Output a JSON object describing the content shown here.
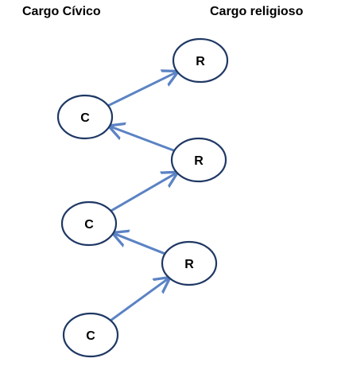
{
  "headers": {
    "left": "Cargo Cívico",
    "right": "Cargo religioso"
  },
  "colors": {
    "node_stroke": "#1f3864",
    "arrow": "#5b83c4"
  },
  "nodes": [
    {
      "id": "r-top",
      "label": "R"
    },
    {
      "id": "c-upper",
      "label": "C"
    },
    {
      "id": "r-middle",
      "label": "R"
    },
    {
      "id": "c-middle",
      "label": "C"
    },
    {
      "id": "r-lower",
      "label": "R"
    },
    {
      "id": "c-bottom",
      "label": "C"
    }
  ],
  "edges": [
    {
      "from": "c-bottom",
      "to": "r-lower"
    },
    {
      "from": "r-lower",
      "to": "c-middle"
    },
    {
      "from": "c-middle",
      "to": "r-middle"
    },
    {
      "from": "r-middle",
      "to": "c-upper"
    },
    {
      "from": "c-upper",
      "to": "r-top"
    }
  ]
}
